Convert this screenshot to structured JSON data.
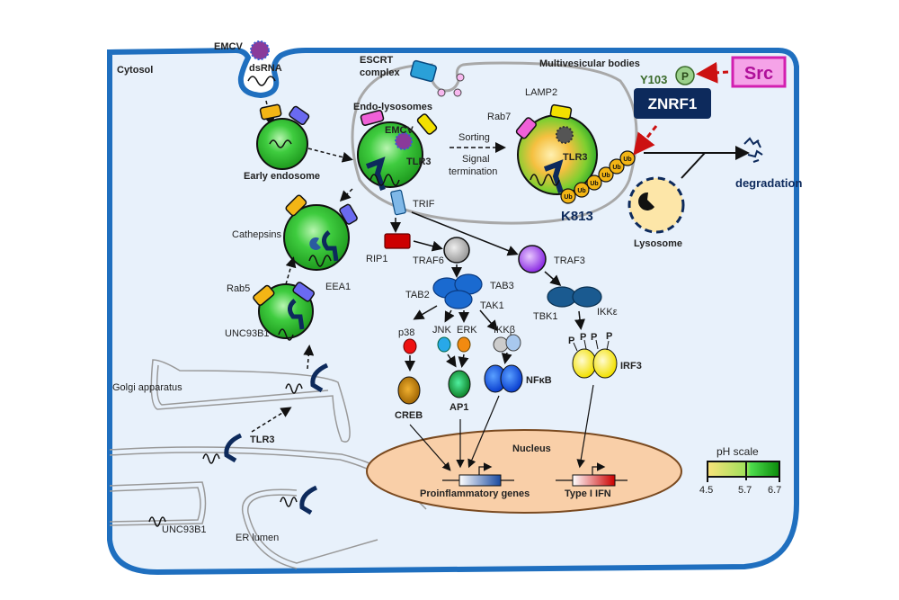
{
  "compartments": {
    "cytosol": "Cytosol",
    "escrt": [
      "ESCRT",
      "complex"
    ],
    "mvb": "Multivesicular bodies",
    "endo_lysosomes": "Endo-lysosomes",
    "early_endosome": "Early endosome",
    "golgi": "Golgi apparatus",
    "er_lumen": "ER lumen",
    "nucleus": "Nucleus",
    "lysosome": "Lysosome"
  },
  "labels": {
    "emcv_outside": "EMCV",
    "dsrna": "dsRNA",
    "emcv_inside": "EMCV",
    "tlr3_endo": "TLR3",
    "tlr3_mvb": "TLR3",
    "tlr3_er": "TLR3",
    "lamp2": "LAMP2",
    "rab7": "Rab7",
    "sorting": "Sorting",
    "signal": "Signal",
    "termination": "termination",
    "cathepsins": "Cathepsins",
    "rab5": "Rab5",
    "eea1": "EEA1",
    "unc93b1_a": "UNC93B1",
    "unc93b1_b": "UNC93B1",
    "trif": "TRIF",
    "rip1": "RIP1",
    "traf6": "TRAF6",
    "traf3": "TRAF3",
    "tab2": "TAB2",
    "tab3": "TAB3",
    "tak1": "TAK1",
    "tbk1": "TBK1",
    "ikke": "IKKε",
    "p38": "p38",
    "jnk": "JNK",
    "erk": "ERK",
    "ikkb": "IKKβ",
    "creb": "CREB",
    "ap1": "AP1",
    "nfkb": "NFκB",
    "irf3": "IRF3",
    "p": "P",
    "ub": "Ub",
    "k813": "K813",
    "y103": "Y103",
    "znrf1": "ZNRF1",
    "src": "Src",
    "degradation": "degradation",
    "proinflammatory": "Proinflammatory genes",
    "type1ifn": "Type I IFN"
  },
  "ph_scale": {
    "title": "pH scale",
    "ticks": [
      "4.5",
      "5.7",
      "6.7"
    ]
  },
  "colors": {
    "membrane": "#1f6fbf",
    "cytosol_bg": "#e8f1fb",
    "vesicle_green": "#33b233",
    "znrf1": "#0d2a5c",
    "src_fill": "#f5a3e8",
    "src_border": "#d21fb0",
    "inhibit_arrow": "#cc1111",
    "nucleus": "#f9cfa8",
    "ub": "#f3b515"
  }
}
